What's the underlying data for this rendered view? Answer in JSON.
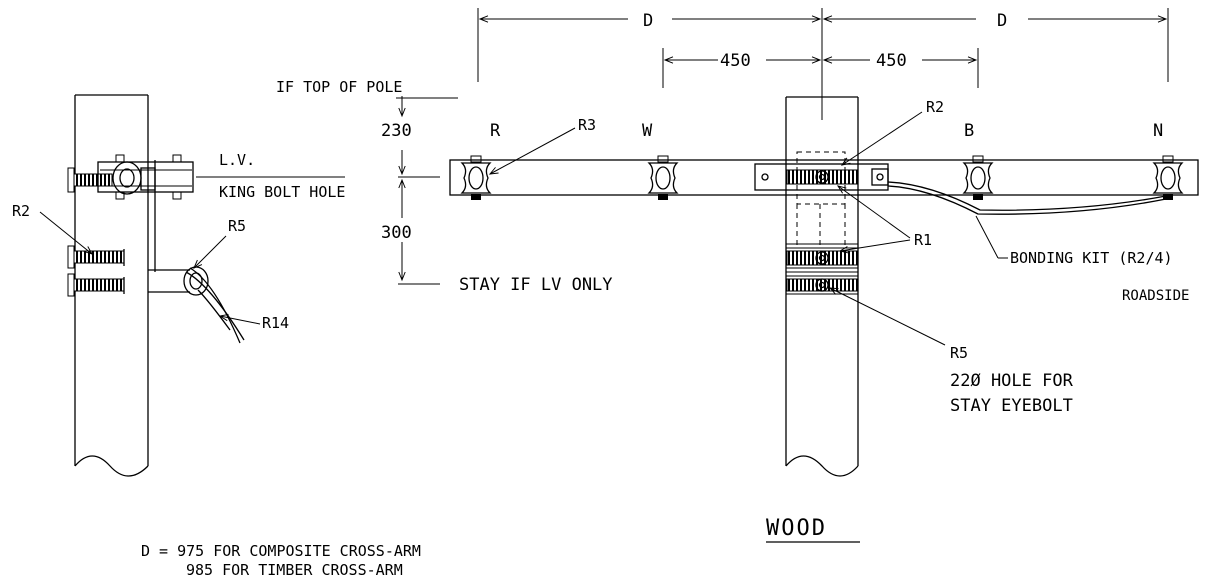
{
  "dimensions": {
    "d_left": "D",
    "d_right": "D",
    "spacing_left": "450",
    "spacing_right": "450",
    "height_top": "230",
    "height_bottom": "300"
  },
  "labels": {
    "if_top_of_pole": "IF TOP OF POLE",
    "lv": "L.V.",
    "king_bolt_hole": "KING BOLT HOLE",
    "stay_if_lv_only": "STAY IF LV ONLY",
    "bonding_kit": "BONDING KIT (R2/4)",
    "roadside": "ROADSIDE",
    "hole_line1": "22Ø HOLE FOR",
    "hole_line2": "STAY EYEBOLT",
    "wood": "WOOD",
    "note_line1": "D = 975 FOR COMPOSITE CROSS-ARM",
    "note_line2": "985 FOR TIMBER CROSS-ARM"
  },
  "phases": {
    "r": "R",
    "w": "W",
    "b": "B",
    "n": "N"
  },
  "refs": {
    "r1": "R1",
    "r2_side": "R2",
    "r2_front": "R2",
    "r3": "R3",
    "r5_side": "R5",
    "r5_front": "R5",
    "r14": "R14"
  }
}
